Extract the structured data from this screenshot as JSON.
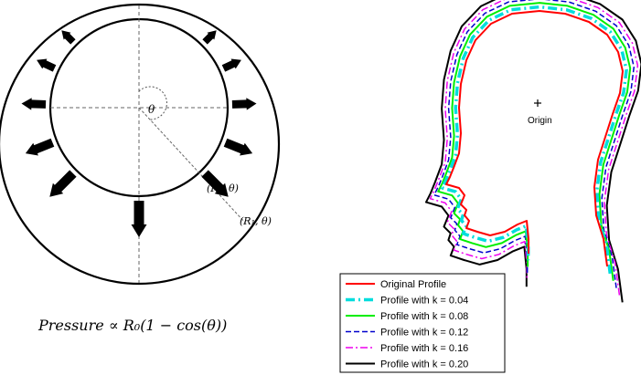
{
  "left_panel": {
    "theta_label": "θ",
    "point_inner": "(R₀, θ)",
    "point_outer": "(R₁, θ)",
    "pressure_formula": "Pressure ∝ R₀(1 − cos(θ))"
  },
  "right_panel": {
    "origin_label": "Origin",
    "legend": [
      {
        "label": "Original Profile",
        "color": "#ff0000",
        "dash": "none",
        "width": 2
      },
      {
        "label": "Profile with k = 0.04",
        "color": "#00dddd",
        "dash": "10,4,2,4",
        "width": 3.5
      },
      {
        "label": "Profile with k = 0.08",
        "color": "#00ee00",
        "dash": "none",
        "width": 2
      },
      {
        "label": "Profile with k = 0.12",
        "color": "#0000cc",
        "dash": "6,3",
        "width": 1.5
      },
      {
        "label": "Profile with k = 0.16",
        "color": "#ee00ee",
        "dash": "8,3,2,3",
        "width": 1.5
      },
      {
        "label": "Profile with k = 0.20",
        "color": "#000000",
        "dash": "none",
        "width": 2
      }
    ]
  }
}
